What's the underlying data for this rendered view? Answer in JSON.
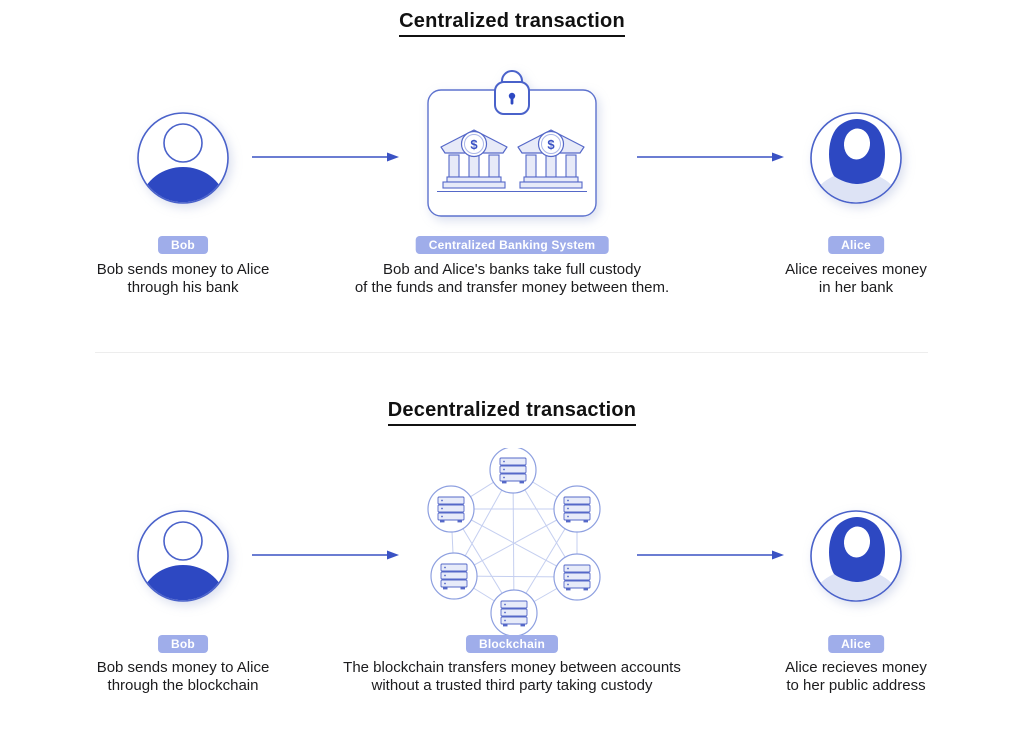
{
  "sections": {
    "centralized": {
      "title": "Centralized transaction",
      "left": {
        "badge": "Bob",
        "line1": "Bob sends money to Alice",
        "line2": "through his bank"
      },
      "center": {
        "badge": "Centralized Banking System",
        "line1": "Bob and Alice's banks take full custody",
        "line2": "of the funds and transfer money between them."
      },
      "right": {
        "badge": "Alice",
        "line1": "Alice receives money",
        "line2": "in her bank"
      }
    },
    "decentralized": {
      "title": "Decentralized transaction",
      "left": {
        "badge": "Bob",
        "line1": "Bob sends money to Alice",
        "line2": "through the blockchain"
      },
      "center": {
        "badge": "Blockchain",
        "line1": "The blockchain transfers money between accounts",
        "line2": "without a trusted third party taking custody"
      },
      "right": {
        "badge": "Alice",
        "line1": "Alice recieves money",
        "line2": "to her public address"
      }
    }
  },
  "icons": {
    "dollar": "$"
  },
  "colors": {
    "primary_blue": "#2d48c2",
    "outline_blue": "#4a62ca",
    "bank_stroke": "#5568c8",
    "badge_bg": "#9fadea",
    "light_fill": "#e7eaf8",
    "network_line": "#c5cff0",
    "node_stroke": "#8ea0e0",
    "arrow": "#3a52c4",
    "text": "#1c1c1e"
  }
}
